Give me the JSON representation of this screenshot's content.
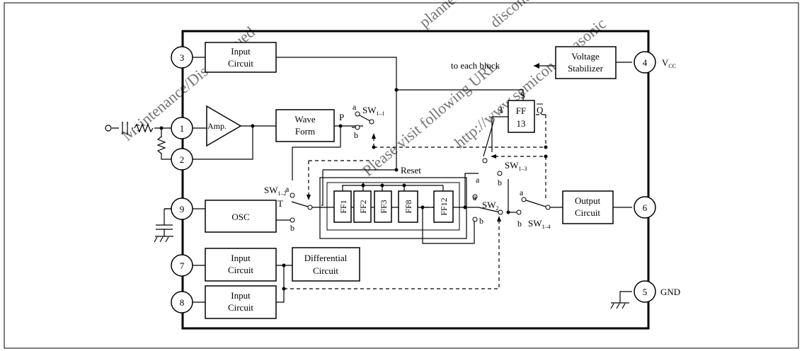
{
  "pins": {
    "p1": "1",
    "p2": "2",
    "p3": "3",
    "p4": "4",
    "p5": "5",
    "p6": "6",
    "p7": "7",
    "p8": "8",
    "p9": "9"
  },
  "pin_names": {
    "vcc_main": "V",
    "vcc_sub": "CC",
    "gnd": "GND"
  },
  "blocks": {
    "input_circuit_top": [
      "Input",
      "Circuit"
    ],
    "voltage_stabilizer": [
      "Voltage",
      "Stabilizer"
    ],
    "amp": "Amp.",
    "wave_form": [
      "Wave",
      "Form"
    ],
    "ff13": [
      "FF",
      "13"
    ],
    "osc": "OSC",
    "ff_chain": [
      "FF1",
      "FF2",
      "FF3",
      "FF8",
      "FF12"
    ],
    "output_circuit": [
      "Output",
      "Circuit"
    ],
    "differential_circuit": [
      "Differential",
      "Circuit"
    ],
    "input_circuit_7": [
      "Input",
      "Circuit"
    ],
    "input_circuit_8": [
      "Input",
      "Circuit"
    ]
  },
  "labels": {
    "to_each_block": "to each block",
    "reset": "Reset",
    "s": "S",
    "t_ff13": "T",
    "qbar": "Q",
    "p": "P",
    "t_osc": "T",
    "a": "a",
    "b": "b"
  },
  "switches": {
    "sw1_1": {
      "main": "SW",
      "sub": "1–1"
    },
    "sw1_2": {
      "main": "SW",
      "sub": "1–2"
    },
    "sw1_3": {
      "main": "SW",
      "sub": "1–3"
    },
    "sw1_4": {
      "main": "SW",
      "sub": "1–4"
    },
    "sw2": {
      "main": "SW",
      "sub": "2"
    }
  },
  "watermarks": [
    "Maintenance/Discontinued",
    "Please visit following URL",
    "http://www.semicon.panasonic",
    "planned maintenance",
    "discontinued"
  ]
}
